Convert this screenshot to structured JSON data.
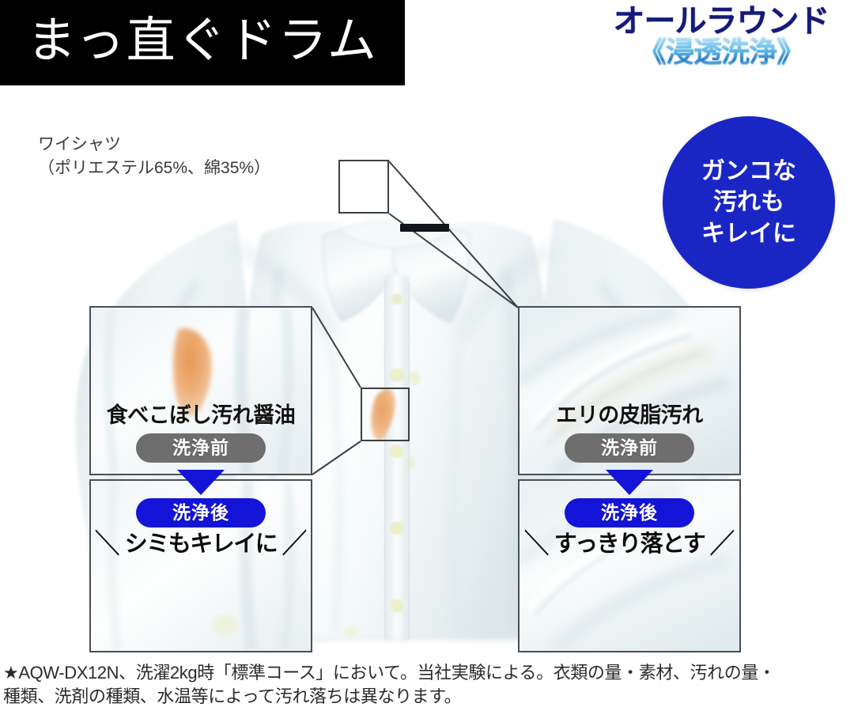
{
  "header": {
    "title": "まっ直ぐドラム",
    "brand_line1": "オールラウンド",
    "brand_line2": "《浸透洗浄》"
  },
  "garment": {
    "name": "ワイシャツ",
    "composition": "（ポリエステル65%、綿35%）"
  },
  "badge": {
    "line1": "ガンコな",
    "line2": "汚れも",
    "line3": "キレイに"
  },
  "panels": {
    "left": {
      "before_title": "食べこぼし汚れ醤油",
      "before_pill": "洗浄前",
      "after_pill": "洗浄後",
      "after_result": "シミもキレイに",
      "slash_left": "＼",
      "slash_right": "／"
    },
    "right": {
      "before_title": "エリの皮脂汚れ",
      "before_pill": "洗浄前",
      "after_pill": "洗浄後",
      "after_result": "すっきり落とす",
      "slash_left": "＼",
      "slash_right": "／"
    }
  },
  "footnote": {
    "line1": "★AQW-DX12N、洗濯2kg時「標準コース」において。当社実験による。衣類の量・素材、汚れの量・",
    "line2": "種類、洗剤の種類、水温等によって汚れ落ちは異なります。"
  },
  "colors": {
    "brand_navy": "#151a7a",
    "badge_blue": "#1a26c4",
    "pill_after_blue": "#1414d8",
    "pill_before_gray": "#6e6e6e",
    "header_black": "#000000",
    "stain_orange": "#e9a86b"
  }
}
